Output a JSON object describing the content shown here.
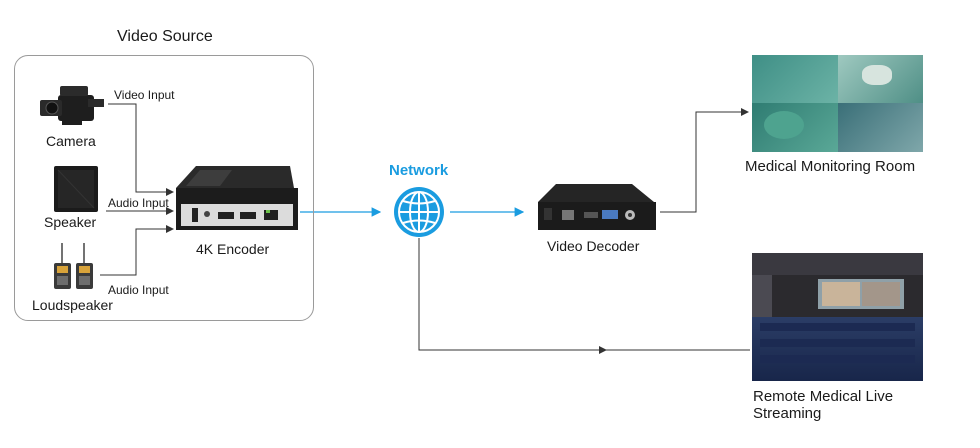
{
  "group": {
    "title": "Video Source"
  },
  "sources": [
    {
      "name": "Camera",
      "input": "Video Input"
    },
    {
      "name": "Speaker",
      "input": "Audio Input"
    },
    {
      "name": "Loudspeaker",
      "input": "Audio Input"
    }
  ],
  "encoder": {
    "label": "4K Encoder"
  },
  "network": {
    "label": "Network"
  },
  "decoder": {
    "label": "Video Decoder"
  },
  "destinations": [
    {
      "label": "Medical Monitoring Room"
    },
    {
      "label": "Remote Medical Live Streaming"
    }
  ],
  "colors": {
    "network": "#1a9ce0",
    "connector": "#333333",
    "box_border": "#9a9a9a"
  }
}
